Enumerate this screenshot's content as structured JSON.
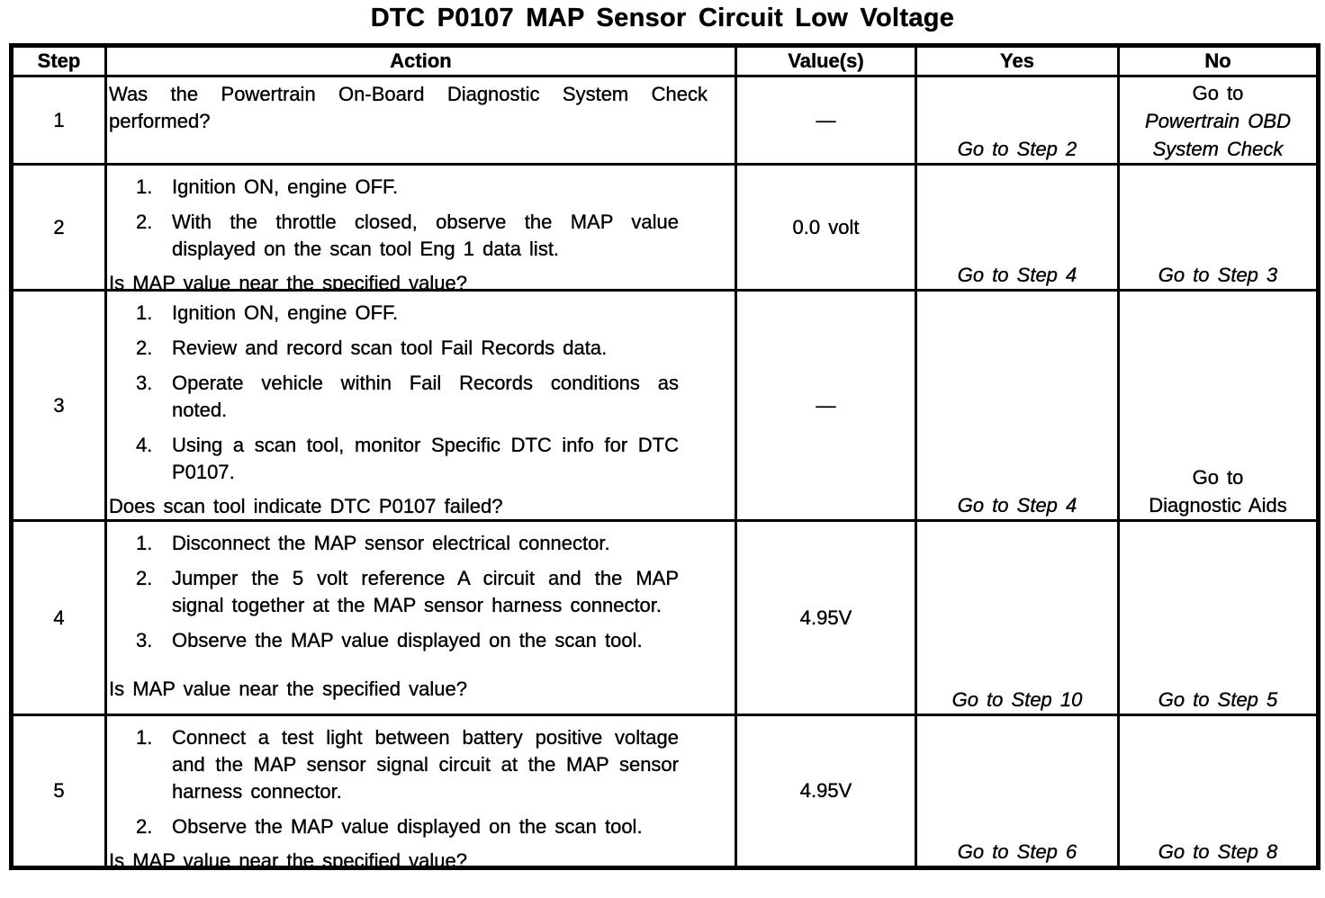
{
  "title": "DTC P0107 MAP Sensor Circuit Low Voltage",
  "colors": {
    "ink": "#000000",
    "paper": "#ffffff"
  },
  "table": {
    "headers": [
      "Step",
      "Action",
      "Value(s)",
      "Yes",
      "No"
    ],
    "rows": [
      {
        "step": "1",
        "intro": "Was the Powertrain On-Board Diagnostic System Check performed?",
        "items": [],
        "question": "",
        "value": "—",
        "yes": {
          "goto": "",
          "target": "Go to Step 2",
          "style": "italic"
        },
        "no": {
          "goto": "Go to",
          "target": "Powertrain OBD System Check",
          "style": "italic"
        }
      },
      {
        "step": "2",
        "intro": "",
        "items": [
          {
            "num": "1.",
            "text": "Ignition ON, engine OFF."
          },
          {
            "num": "2.",
            "text": "With the throttle closed, observe the MAP value displayed on the scan tool Eng 1 data list."
          }
        ],
        "question": "Is MAP value near the specified value?",
        "value": "0.0 volt",
        "yes": {
          "goto": "",
          "target": "Go to Step 4",
          "style": "italic"
        },
        "no": {
          "goto": "",
          "target": "Go to Step 3",
          "style": "italic"
        }
      },
      {
        "step": "3",
        "intro": "",
        "items": [
          {
            "num": "1.",
            "text": "Ignition ON, engine OFF."
          },
          {
            "num": "2.",
            "text": "Review and record scan tool Fail Records data."
          },
          {
            "num": "3.",
            "text": "Operate vehicle within Fail Records conditions as noted."
          },
          {
            "num": "4.",
            "text": "Using a scan tool, monitor Specific DTC info for DTC P0107."
          }
        ],
        "question": "Does scan tool indicate DTC P0107 failed?",
        "value": "—",
        "yes": {
          "goto": "",
          "target": "Go to Step 4",
          "style": "italic"
        },
        "no": {
          "goto": "Go to",
          "target": "Diagnostic Aids",
          "style": "normal"
        }
      },
      {
        "step": "4",
        "intro": "",
        "items": [
          {
            "num": "1.",
            "text": "Disconnect the MAP sensor electrical connector."
          },
          {
            "num": "2.",
            "text": "Jumper the 5 volt reference A circuit and the MAP signal together at the MAP sensor harness connector."
          },
          {
            "num": "3.",
            "text": "Observe the MAP value displayed on the scan tool."
          }
        ],
        "question": "Is MAP value near the specified value?",
        "value": "4.95V",
        "yes": {
          "goto": "",
          "target": "Go to Step 10",
          "style": "italic"
        },
        "no": {
          "goto": "",
          "target": "Go to Step 5",
          "style": "italic"
        }
      },
      {
        "step": "5",
        "intro": "",
        "items": [
          {
            "num": "1.",
            "text": "Connect a test light between battery positive voltage and the MAP sensor signal circuit at the MAP sensor harness connector."
          },
          {
            "num": "2.",
            "text": "Observe the MAP value displayed on the scan tool."
          }
        ],
        "question": "Is MAP value near the specified value?",
        "value": "4.95V",
        "yes": {
          "goto": "",
          "target": "Go to Step 6",
          "style": "italic"
        },
        "no": {
          "goto": "",
          "target": "Go to Step 8",
          "style": "italic"
        }
      }
    ]
  }
}
